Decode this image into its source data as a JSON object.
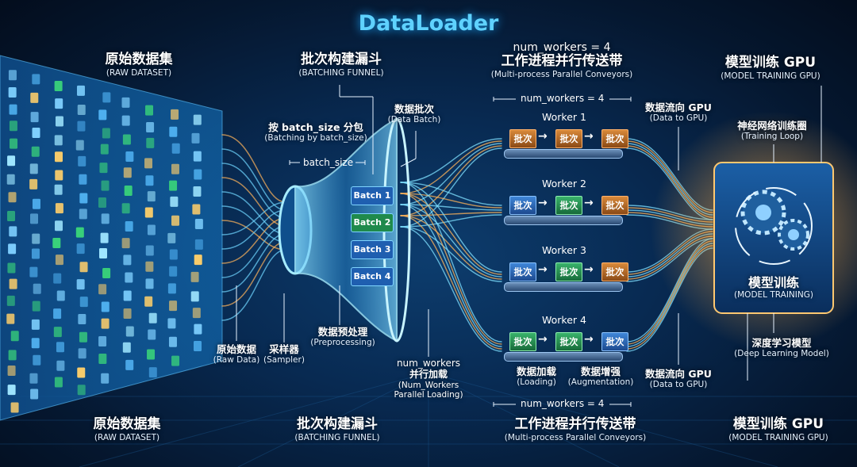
{
  "title": "DataLoader",
  "left_top": {
    "cn": "原始数据集",
    "en": "(RAW DATASET)"
  },
  "left_bottom": {
    "cn": "原始数据集",
    "en": "(RAW DATASET)"
  },
  "funnel_top": {
    "cn": "批次构建漏斗",
    "en": "(BATCHING FUNNEL)"
  },
  "funnel_bottom": {
    "cn": "批次构建漏斗",
    "en": "(BATCHING FUNNEL)"
  },
  "batch_by": {
    "cn": "按 batch_size 分包",
    "en": "(Batching by batch_size)"
  },
  "batch_size_label": "batch_size",
  "data_batch": {
    "cn": "数据批次",
    "en": "(Data Batch)"
  },
  "batches": [
    "Batch 1",
    "Batch 2",
    "Batch 3",
    "Batch 4"
  ],
  "raw_data": {
    "cn": "原始数据",
    "en": "(Raw Data)"
  },
  "sampler": {
    "cn": "采样器",
    "en": "(Sampler)"
  },
  "preprocess": {
    "cn": "数据预处理",
    "en": "(Preprocessing)"
  },
  "num_workers_loading": {
    "l1": "num_workers",
    "l2": "并行加载",
    "l3": "(Num_Workers",
    "l4": "Parallel Loading)"
  },
  "conveyor_top": {
    "nw": "num_workers = 4",
    "cn": "工作进程并行传送带",
    "en": "(Multi-process Parallel Conveyors)"
  },
  "conveyor_bottom": {
    "cn": "工作进程并行传送带",
    "en": "(Multi-process Parallel Conveyors)"
  },
  "nw_bracket_top": "num_workers = 4",
  "nw_bracket_bottom": "num_workers = 4",
  "workers": [
    {
      "name": "Worker 1",
      "boxes": [
        "批次",
        "批次",
        "批次"
      ],
      "colors": [
        "o",
        "o",
        "o"
      ]
    },
    {
      "name": "Worker 2",
      "boxes": [
        "批次",
        "批次",
        "批次"
      ],
      "colors": [
        "b",
        "g",
        "o"
      ]
    },
    {
      "name": "Worker 3",
      "boxes": [
        "批次",
        "批次",
        "批次"
      ],
      "colors": [
        "b",
        "g",
        "o"
      ]
    },
    {
      "name": "Worker 4",
      "boxes": [
        "批次",
        "批次",
        "批次"
      ],
      "colors": [
        "g",
        "g",
        "b"
      ]
    }
  ],
  "loading": {
    "cn": "数据加载",
    "en": "(Loading)"
  },
  "augmentation": {
    "cn": "数据增强",
    "en": "(Augmentation)"
  },
  "data_to_gpu_top": {
    "cn": "数据流向 GPU",
    "en": "(Data to GPU)"
  },
  "data_to_gpu_bottom": {
    "cn": "数据流向 GPU",
    "en": "(Data to GPU)"
  },
  "gpu_top": {
    "cn": "模型训练 GPU",
    "en": "(MODEL TRAINING GPU)"
  },
  "gpu_bottom": {
    "cn": "模型训练 GPU",
    "en": "(MODEL TRAINING GPU)"
  },
  "training_loop": {
    "cn": "神经网络训练圈",
    "en": "(Training Loop)"
  },
  "model_training": {
    "cn": "模型训练",
    "en": "(MODEL TRAINING)"
  },
  "deep_model": {
    "cn": "深度学习模型",
    "en": "(Deep Learning Model)"
  },
  "colors": {
    "accent": "#5fd2ff",
    "orange": "#d9893a",
    "blue": "#3f86d8",
    "green": "#39b26b",
    "gpu_glow": "#ffb04a"
  }
}
